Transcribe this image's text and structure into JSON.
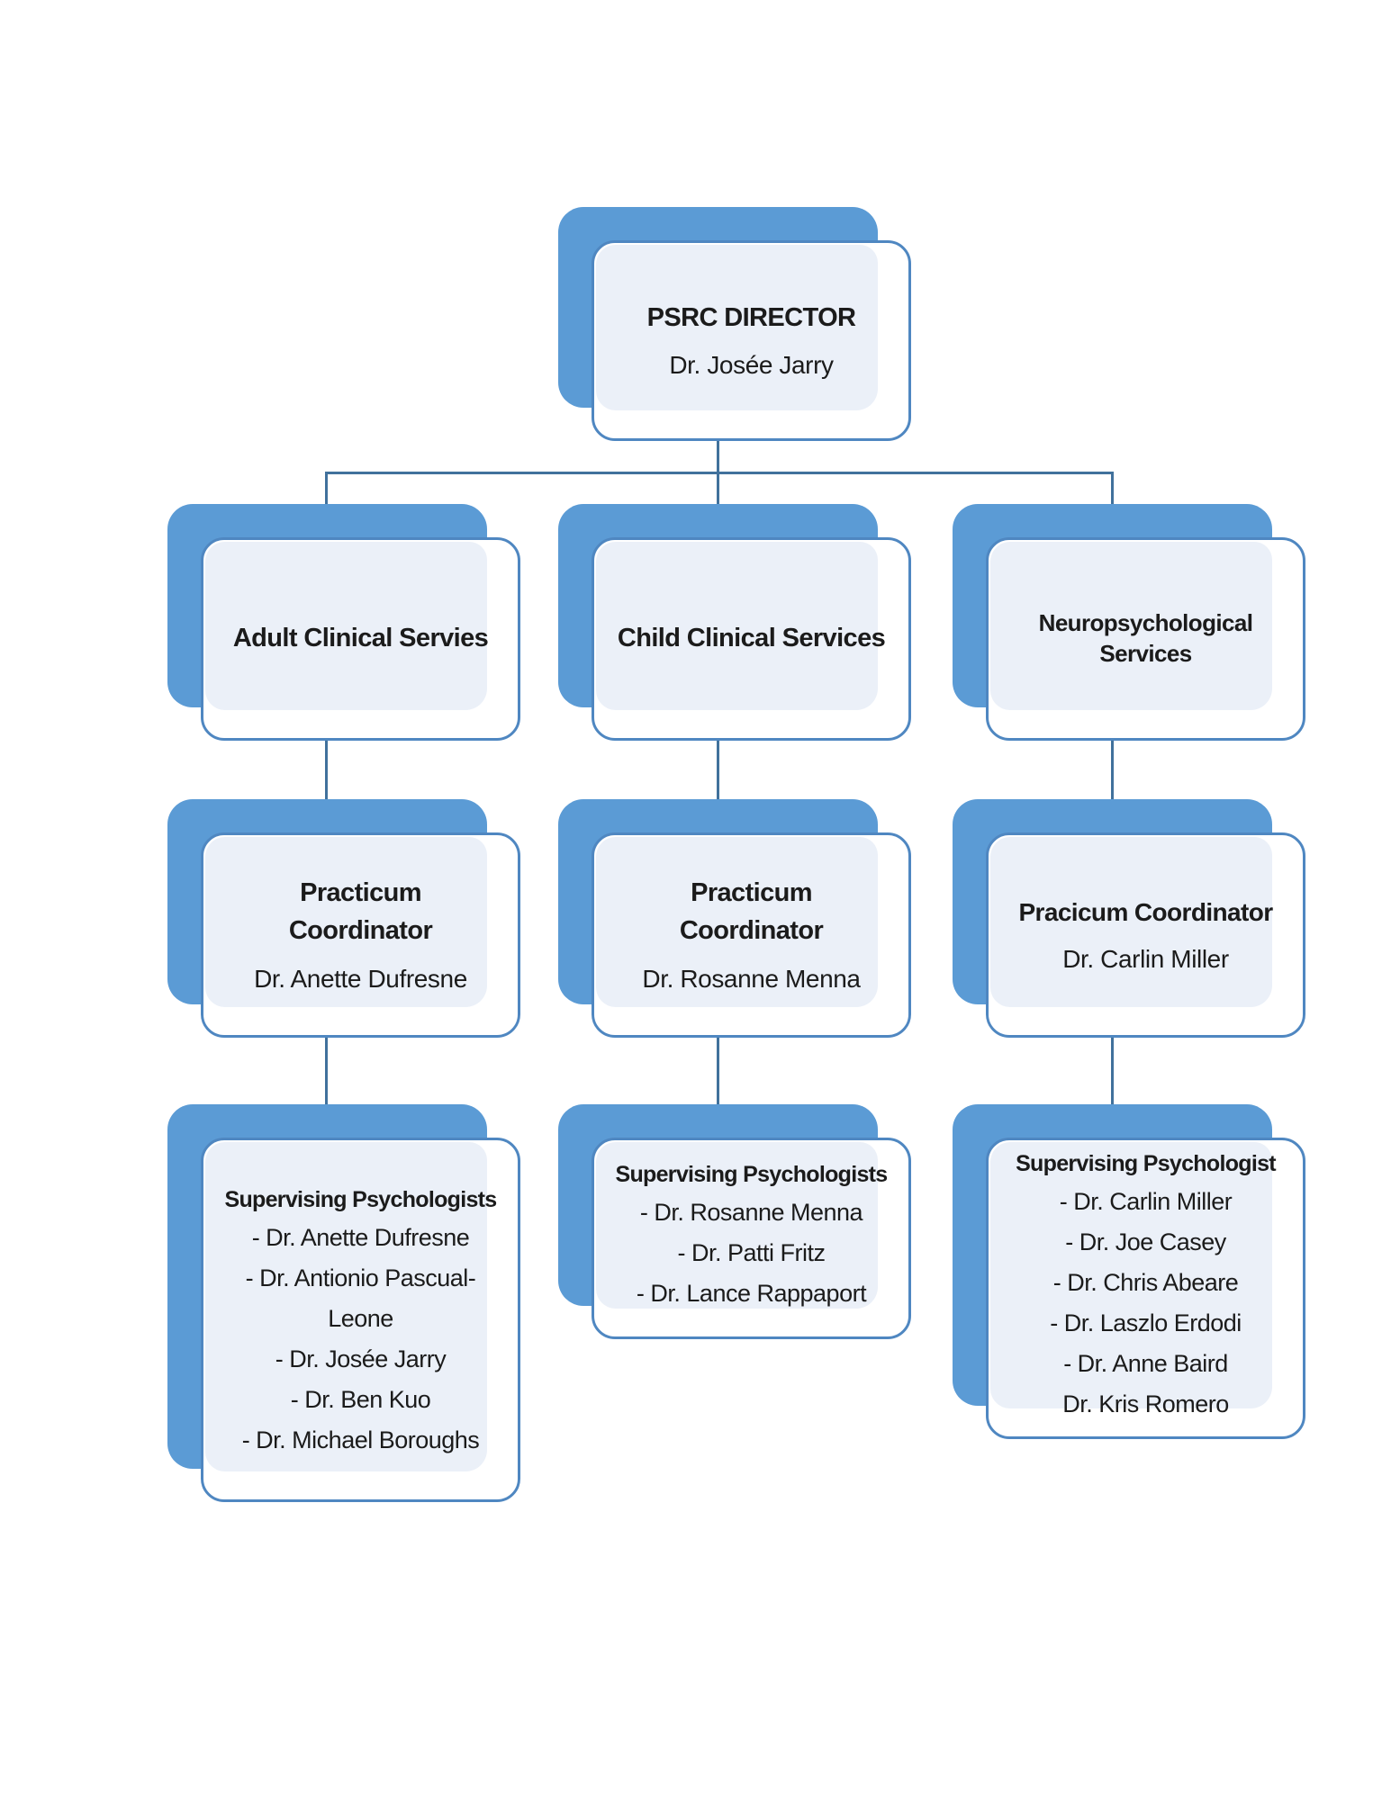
{
  "colors": {
    "blue": "#5b9bd5",
    "border": "#4f87c1",
    "fill": "#ebf0f8",
    "connector": "#41719c",
    "text": "#1b1b1b"
  },
  "org": {
    "director": {
      "title": "PSRC DIRECTOR",
      "name": "Dr. Josée Jarry"
    },
    "columns": [
      {
        "service": "Adult Clinical Servies",
        "coordinator": {
          "title_line_1": "Practicum",
          "title_line_2": "Coordinator",
          "name": "Dr. Anette Dufresne"
        },
        "supervising": {
          "heading": "Supervising Psychologists",
          "members": [
            "- Dr. Anette Dufresne",
            "- Dr. Antionio Pascual-Leone",
            "- Dr. Josée Jarry",
            "- Dr. Ben Kuo",
            "- Dr. Michael Boroughs"
          ]
        }
      },
      {
        "service": "Child Clinical Services",
        "coordinator": {
          "title_line_1": "Practicum",
          "title_line_2": "Coordinator",
          "name": "Dr. Rosanne Menna"
        },
        "supervising": {
          "heading": "Supervising Psychologists",
          "members": [
            "- Dr. Rosanne Menna",
            "- Dr. Patti Fritz",
            "- Dr. Lance Rappaport"
          ]
        }
      },
      {
        "service": "Neuropsychological Services",
        "coordinator": {
          "title_line_1": "Pracicum Coordinator",
          "name": "Dr. Carlin Miller"
        },
        "supervising": {
          "heading": "Supervising Psychologist",
          "members": [
            "- Dr. Carlin Miller",
            "- Dr. Joe Casey",
            "- Dr. Chris Abeare",
            "- Dr. Laszlo Erdodi",
            "- Dr. Anne Baird",
            "Dr. Kris Romero"
          ]
        }
      }
    ]
  }
}
